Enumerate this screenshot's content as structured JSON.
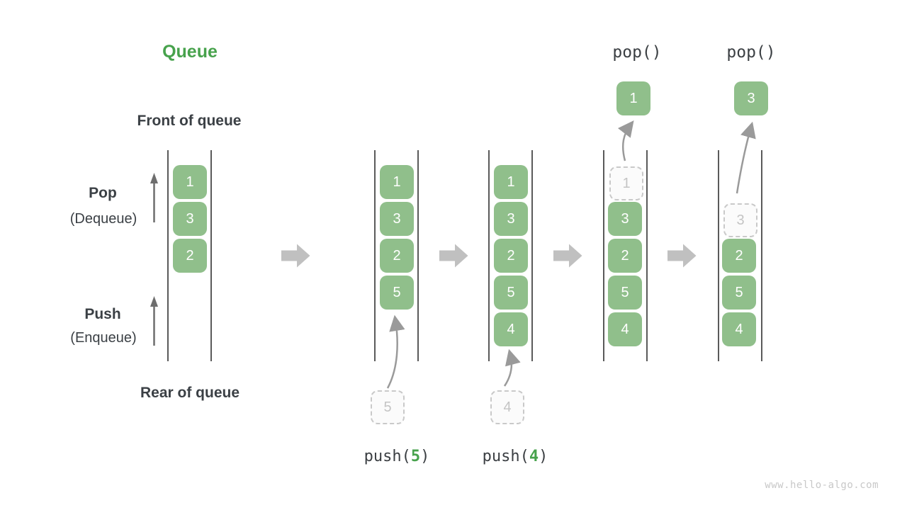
{
  "title": "Queue",
  "labels": {
    "front": "Front of queue",
    "rear": "Rear of queue",
    "pop": "Pop",
    "pop_sub": "(Dequeue)",
    "push": "Push",
    "push_sub": "(Enqueue)"
  },
  "operations": {
    "pop_label_1": "pop()",
    "pop_label_2": "pop()",
    "push_prefix": "push(",
    "push_suffix": ")",
    "push_arg_1": "5",
    "push_arg_2": "4"
  },
  "columns": {
    "c1": {
      "boxes": [
        "1",
        "3",
        "2"
      ]
    },
    "c2": {
      "boxes": [
        "1",
        "3",
        "2",
        "5"
      ],
      "pending": "5"
    },
    "c3": {
      "boxes": [
        "1",
        "3",
        "2",
        "5",
        "4"
      ],
      "pending": "4"
    },
    "c4": {
      "dashed": "1",
      "boxes": [
        "3",
        "2",
        "5",
        "4"
      ],
      "popped": "1"
    },
    "c5": {
      "dashed": "3",
      "boxes": [
        "2",
        "5",
        "4"
      ],
      "popped": "3"
    }
  },
  "watermark": "www.hello-algo.com",
  "colors": {
    "box_green": "#90BF8B",
    "accent_green": "#47A24C",
    "dark_text": "#3B4045",
    "flow_arrow_gray": "#C0C0C0",
    "thin_arrow_gray": "#6E6E6E",
    "curve_arrow_gray": "#9A9A9A",
    "dashed_border": "#C9C9C9",
    "rail_gray": "#5A5A5A",
    "watermark_gray": "#C8C8C8"
  }
}
